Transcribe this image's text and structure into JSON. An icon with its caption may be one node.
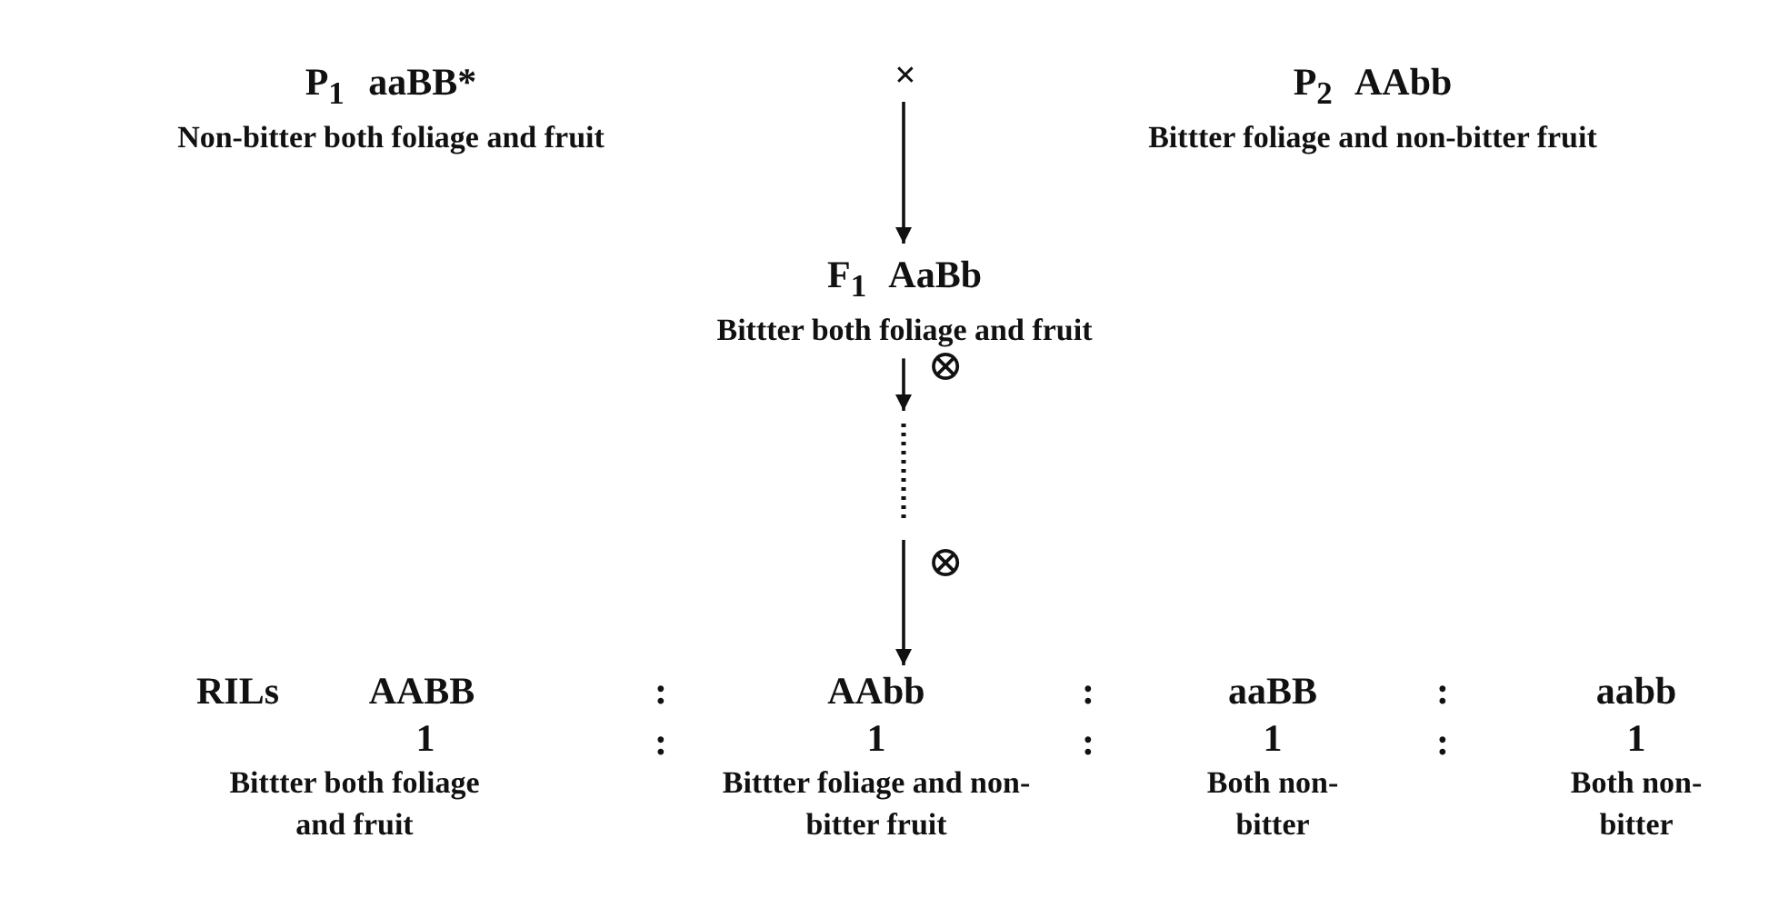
{
  "diagram": {
    "nodes": [
      {
        "text": [
          "P$_{1}$ aaBB*",
          "Non-bitter both foliage and fruit"
        ]
      },
      {
        "text": [
          "×"
        ]
      },
      {
        "text": [
          "P$_{2}$ AAbb",
          "Bittter foliage and non-bitter fruit"
        ]
      },
      {
        "text": [
          "F$_{1}$ AaBb",
          "Bittter both foliage and fruit"
        ]
      },
      {
        "text": [
          "AABB",
          "1",
          "Bittter both foliage and fruit"
        ]
      },
      {
        "text": [
          "AAbb",
          "1",
          "Bittter foliage and non-bitter fruit"
        ]
      },
      {
        "text": [
          "aaBB",
          "1",
          "Both non-bitter"
        ]
      },
      {
        "text": [
          "aabb",
          "1",
          "Both non-bitter"
        ]
      }
    ],
    "edges": [
      {
        "from": 1,
        "to": 3,
        "arrow": "to"
      },
      {
        "from": 3,
        "to": null,
        "arrow": "to"
      },
      {
        "from": null,
        "to": 5,
        "arrow": "to"
      }
    ],
    "labels": [
      "⊗",
      "⊗",
      "RILs",
      ":",
      ":",
      ":",
      ":",
      ":",
      ":"
    ]
  }
}
